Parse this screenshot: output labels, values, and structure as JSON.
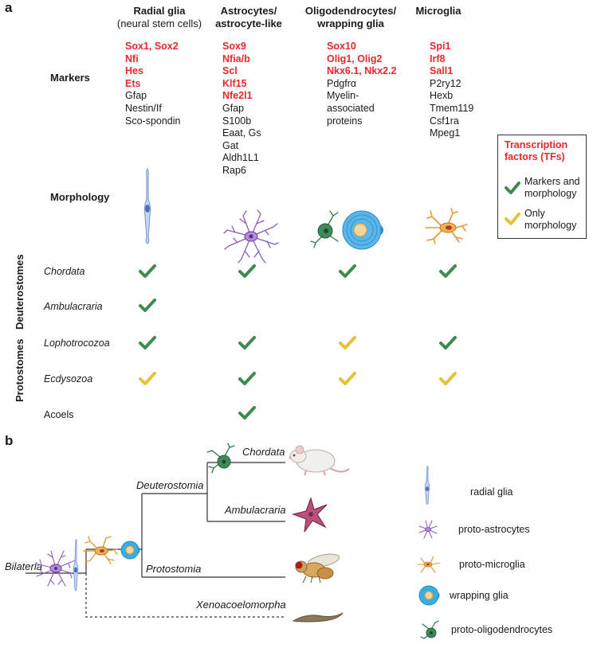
{
  "panel_a": {
    "letter": "a",
    "columns": [
      {
        "title": "Radial glia",
        "subtitle": "(neural stem cells)",
        "tfs": [
          "Sox1, Sox2",
          "Nfi",
          "Hes",
          "Ets"
        ],
        "markers": [
          "Gfap",
          "Nestin/If",
          "Sco-spondin"
        ]
      },
      {
        "title": "Astrocytes/",
        "subtitle": "astrocyte-like",
        "tfs": [
          "Sox9",
          "Nfia/b",
          "Scl",
          "Klf15",
          "Nfe2l1"
        ],
        "markers": [
          "Gfap",
          "S100b",
          "Eaat, Gs",
          "Gat",
          "Aldh1L1",
          "Rap6"
        ]
      },
      {
        "title": "Oligodendrocytes/",
        "subtitle": "wrapping glia",
        "tfs": [
          "Sox10",
          "Olig1, Olig2",
          "Nkx6.1, Nkx2.2"
        ],
        "markers": [
          "Pdgfrα",
          "Myelin-",
          "associated",
          "proteins"
        ]
      },
      {
        "title": "Microglia",
        "subtitle": "",
        "tfs": [
          "Spi1",
          "Irf8",
          "Sall1"
        ],
        "markers": [
          "P2ry12",
          "Hexb",
          "Tmem119",
          "Csf1ra",
          "Mpeg1"
        ]
      }
    ],
    "row_labels": {
      "markers": "Markers",
      "morphology": "Morphology"
    },
    "group_labels": {
      "deuterostomes": "Deuterostomes",
      "protostomes": "Protostomes"
    },
    "taxa": [
      {
        "name": "Chordata",
        "italic": true,
        "checks": [
          "green",
          "green",
          "green",
          "green"
        ]
      },
      {
        "name": "Ambulacraria",
        "italic": true,
        "checks": [
          "green",
          null,
          null,
          null
        ]
      },
      {
        "name": "Lophotrocozoa",
        "italic": true,
        "checks": [
          "green",
          "green",
          "yellow",
          "green"
        ]
      },
      {
        "name": "Ecdysozoa",
        "italic": true,
        "checks": [
          "yellow",
          "green",
          "yellow",
          "yellow"
        ]
      },
      {
        "name": "Acoels",
        "italic": false,
        "checks": [
          null,
          "green",
          null,
          null
        ]
      }
    ],
    "legend": {
      "title_line1": "Transcription",
      "title_line2": "factors (TFs)",
      "green_line1": "Markers and",
      "green_line2": "morphology",
      "yellow_line1": "Only",
      "yellow_line2": "morphology"
    }
  },
  "panel_b": {
    "letter": "b",
    "tree_labels": {
      "bilateria": "Bilateria",
      "deuterostomia": "Deuterostomia",
      "chordata": "Chordata",
      "ambulacraria": "Ambulacraria",
      "protostomia": "Protostomia",
      "xenacoelomorpha": "Xenoacoelomorpha"
    },
    "cell_legend": [
      "radial glia",
      "proto-astrocytes",
      "proto-microglia",
      "wrapping glia",
      "proto-oligodendrocytes"
    ]
  },
  "colors": {
    "tf_red": "#e8282c",
    "check_green": "#3f8a4f",
    "check_yellow": "#e6c13a",
    "radial_blue": "#8fb1e0",
    "astro_purple": "#8a5cbf",
    "microglia_orange": "#e19a3c",
    "wrap_blue": "#3aaee0",
    "oligo_green": "#2f7a4a"
  }
}
